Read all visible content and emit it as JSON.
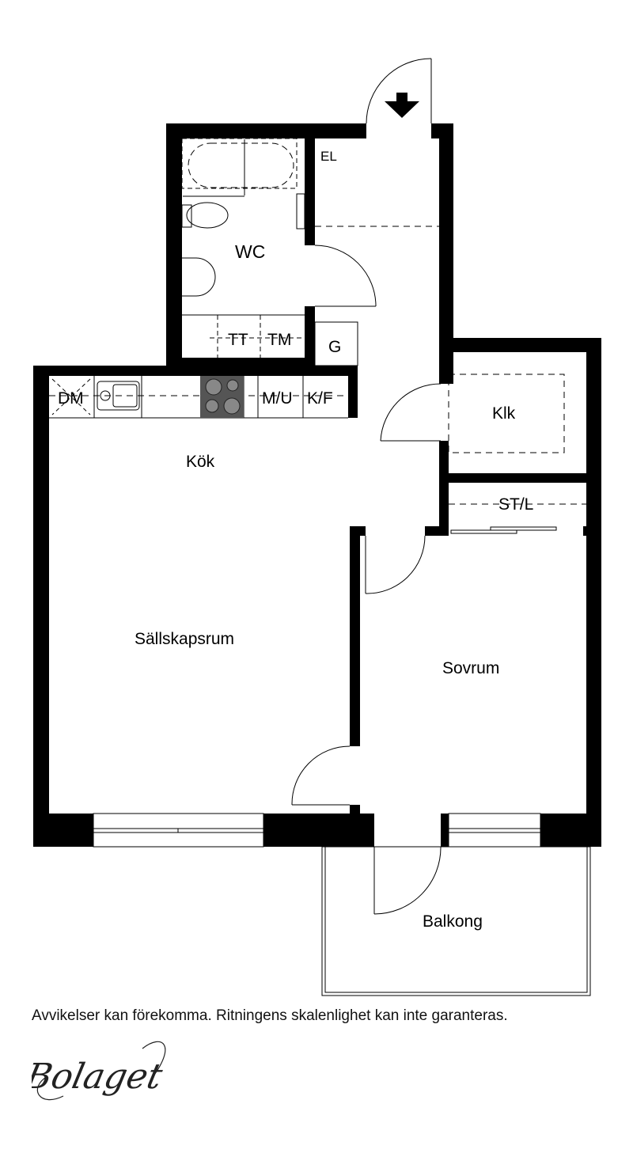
{
  "floorplan": {
    "rooms": {
      "wc": "WC",
      "el": "EL",
      "tt": "TT",
      "tm": "TM",
      "g": "G",
      "dm": "DM",
      "mu": "M/U",
      "kf": "K/F",
      "klk": "Klk",
      "kok": "Kök",
      "stl": "ST/L",
      "sallskapsrum": "Sällskapsrum",
      "sovrum": "Sovrum",
      "balkong": "Balkong"
    },
    "entrance_icon": "arrow-down-icon"
  },
  "footer": {
    "disclaimer": "Avvikelser kan förekomma. Ritningens skalenlighet kan inte garanteras.",
    "logo_text": "Bolaget"
  },
  "colors": {
    "wall": "#000000",
    "stove": "#555555"
  }
}
